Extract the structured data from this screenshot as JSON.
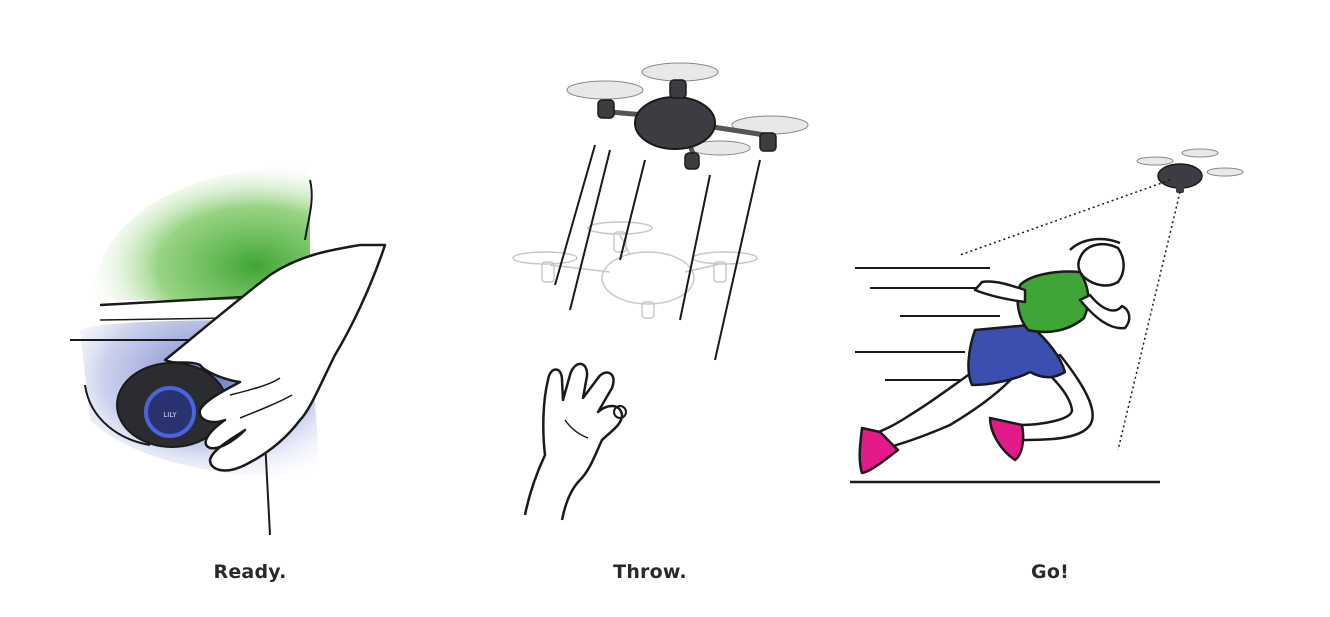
{
  "steps": [
    {
      "caption": "Ready.",
      "device_label": "LILY"
    },
    {
      "caption": "Throw."
    },
    {
      "caption": "Go!"
    }
  ],
  "colors": {
    "green": "#3fa535",
    "blue": "#3a4fb0",
    "pink": "#e4198a",
    "ink": "#1a1a1a",
    "drone": "#3b3d42"
  }
}
